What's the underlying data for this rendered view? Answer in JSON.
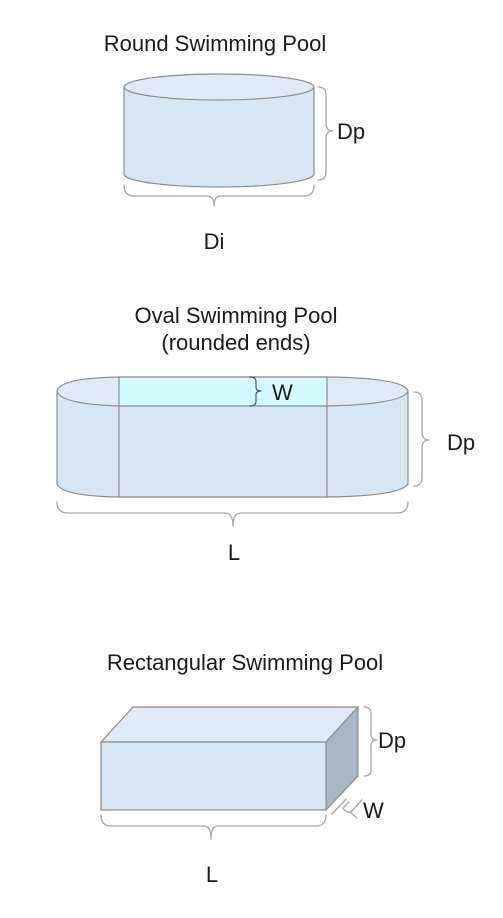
{
  "round_pool": {
    "title": "Round Swimming Pool",
    "depth_label": "Dp",
    "diameter_label": "Di"
  },
  "oval_pool": {
    "title_line1": "Oval Swimming Pool",
    "title_line2": "(rounded ends)",
    "width_label": "W",
    "depth_label": "Dp",
    "length_label": "L"
  },
  "rect_pool": {
    "title": "Rectangular Swimming Pool",
    "depth_label": "Dp",
    "width_label": "W",
    "length_label": "L"
  },
  "colors": {
    "water_side": "#d6e6f3",
    "water_top": "#dfeaf5",
    "oval_top_center": "#d4fbfd",
    "rect_side": "#a9b6c3",
    "outline": "#8c8c8c",
    "brace": "#a6a6a6"
  }
}
